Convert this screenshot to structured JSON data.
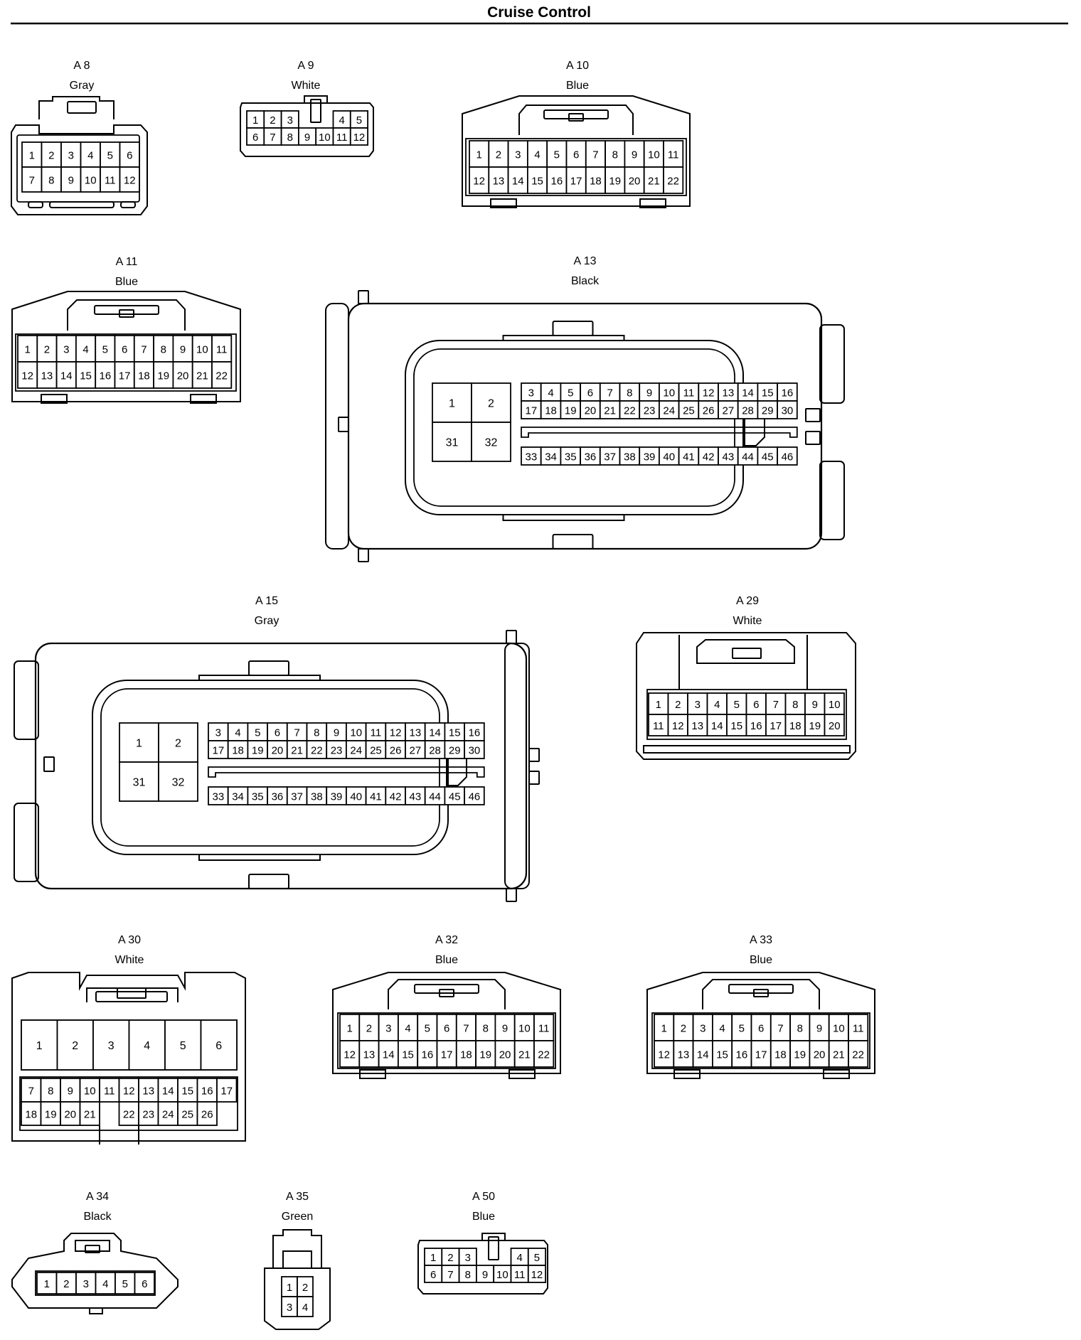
{
  "title": "Cruise Control",
  "connectors": [
    {
      "id": "A 8",
      "color": "Gray",
      "pins": [
        [
          1,
          2,
          3,
          4,
          5,
          6
        ],
        [
          7,
          8,
          9,
          10,
          11,
          12
        ]
      ]
    },
    {
      "id": "A 9",
      "color": "White",
      "pins": [
        [
          1,
          2,
          3,
          null,
          null,
          4,
          5
        ],
        [
          6,
          7,
          8,
          9,
          10,
          11,
          12
        ]
      ]
    },
    {
      "id": "A 10",
      "color": "Blue",
      "pins": [
        [
          1,
          2,
          3,
          4,
          5,
          6,
          7,
          8,
          9,
          10,
          11
        ],
        [
          12,
          13,
          14,
          15,
          16,
          17,
          18,
          19,
          20,
          21,
          22
        ]
      ]
    },
    {
      "id": "A 11",
      "color": "Blue",
      "pins": [
        [
          1,
          2,
          3,
          4,
          5,
          6,
          7,
          8,
          9,
          10,
          11
        ],
        [
          12,
          13,
          14,
          15,
          16,
          17,
          18,
          19,
          20,
          21,
          22
        ]
      ]
    },
    {
      "id": "A 13",
      "color": "Black",
      "pins_large": [
        [
          1,
          2
        ],
        [
          31,
          32
        ]
      ],
      "pins": [
        [
          3,
          4,
          5,
          6,
          7,
          8,
          9,
          10,
          11,
          12,
          13,
          14,
          15,
          16
        ],
        [
          17,
          18,
          19,
          20,
          21,
          22,
          23,
          24,
          25,
          26,
          27,
          28,
          29,
          30
        ],
        [
          33,
          34,
          35,
          36,
          37,
          38,
          39,
          40,
          41,
          42,
          43,
          44,
          45,
          46
        ]
      ]
    },
    {
      "id": "A 15",
      "color": "Gray",
      "pins_large": [
        [
          1,
          2
        ],
        [
          31,
          32
        ]
      ],
      "pins": [
        [
          3,
          4,
          5,
          6,
          7,
          8,
          9,
          10,
          11,
          12,
          13,
          14,
          15,
          16
        ],
        [
          17,
          18,
          19,
          20,
          21,
          22,
          23,
          24,
          25,
          26,
          27,
          28,
          29,
          30
        ],
        [
          33,
          34,
          35,
          36,
          37,
          38,
          39,
          40,
          41,
          42,
          43,
          44,
          45,
          46
        ]
      ]
    },
    {
      "id": "A 29",
      "color": "White",
      "pins": [
        [
          1,
          2,
          3,
          4,
          5,
          6,
          7,
          8,
          9,
          10
        ],
        [
          11,
          12,
          13,
          14,
          15,
          16,
          17,
          18,
          19,
          20
        ]
      ]
    },
    {
      "id": "A 30",
      "color": "White",
      "pins_large": [
        [
          1,
          2,
          3,
          4,
          5,
          6
        ]
      ],
      "pins": [
        [
          7,
          8,
          9,
          10,
          11,
          12,
          13,
          14,
          15,
          16,
          17
        ],
        [
          18,
          19,
          20,
          21,
          null,
          22,
          23,
          24,
          25,
          26
        ]
      ]
    },
    {
      "id": "A 32",
      "color": "Blue",
      "pins": [
        [
          1,
          2,
          3,
          4,
          5,
          6,
          7,
          8,
          9,
          10,
          11
        ],
        [
          12,
          13,
          14,
          15,
          16,
          17,
          18,
          19,
          20,
          21,
          22
        ]
      ]
    },
    {
      "id": "A 33",
      "color": "Blue",
      "pins": [
        [
          1,
          2,
          3,
          4,
          5,
          6,
          7,
          8,
          9,
          10,
          11
        ],
        [
          12,
          13,
          14,
          15,
          16,
          17,
          18,
          19,
          20,
          21,
          22
        ]
      ]
    },
    {
      "id": "A 34",
      "color": "Black",
      "pins": [
        [
          1,
          2,
          3,
          4,
          5,
          6
        ]
      ]
    },
    {
      "id": "A 35",
      "color": "Green",
      "pins": [
        [
          1,
          2
        ],
        [
          3,
          4
        ]
      ]
    },
    {
      "id": "A 50",
      "color": "Blue",
      "pins": [
        [
          1,
          2,
          3,
          null,
          null,
          4,
          5
        ],
        [
          6,
          7,
          8,
          9,
          10,
          11,
          12
        ]
      ]
    }
  ]
}
